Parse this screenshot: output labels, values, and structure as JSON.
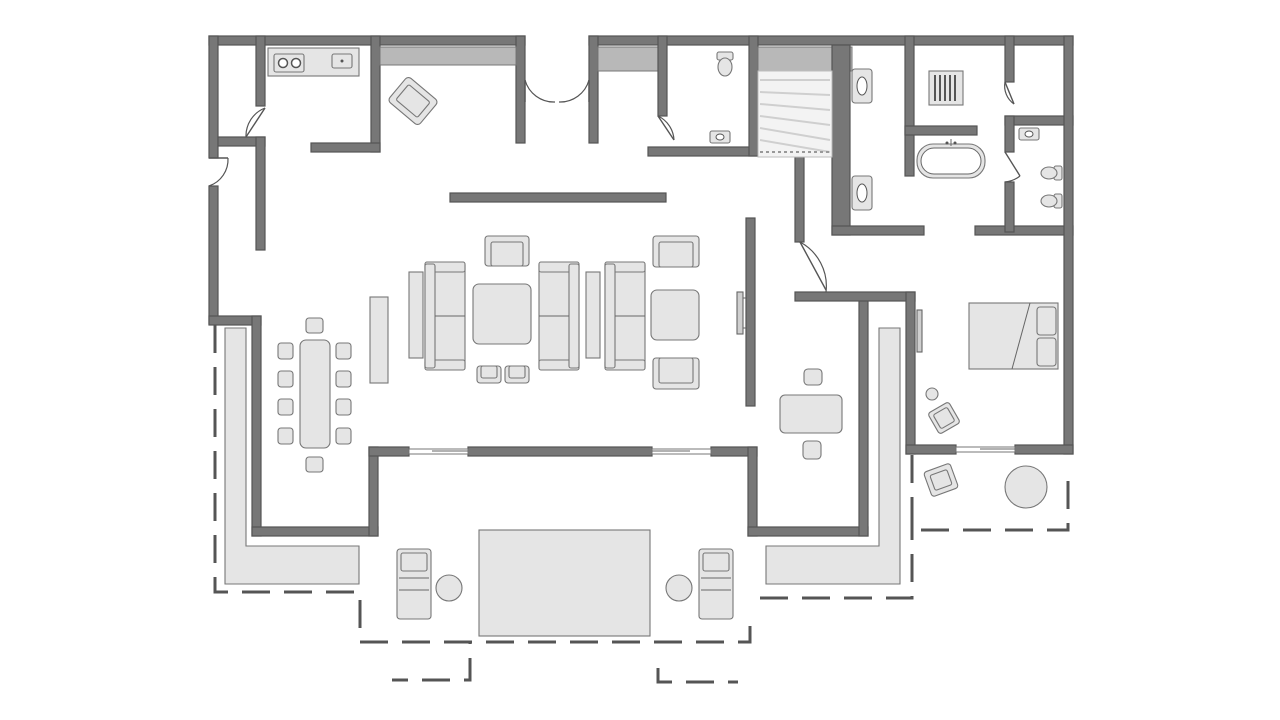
{
  "plan": {
    "colors": {
      "wall": "#777777",
      "wall_stroke": "#555555",
      "furniture": "#e5e5e5",
      "furniture_stroke": "#777777",
      "background": "#ffffff"
    },
    "rooms": [
      "kitchen",
      "living-room",
      "dining-area",
      "study",
      "bedroom",
      "bathroom",
      "powder-room",
      "shower-room",
      "terrace"
    ],
    "icons": [
      "sink-icon",
      "stove-icon",
      "toilet-icon",
      "bathtub-icon",
      "shower-icon",
      "bed-icon",
      "sofa-icon",
      "armchair-icon",
      "dining-table-icon",
      "chair-icon",
      "desk-icon",
      "tv-icon",
      "lounge-chair-icon",
      "side-table-icon",
      "stairs-icon",
      "door-icon"
    ]
  }
}
